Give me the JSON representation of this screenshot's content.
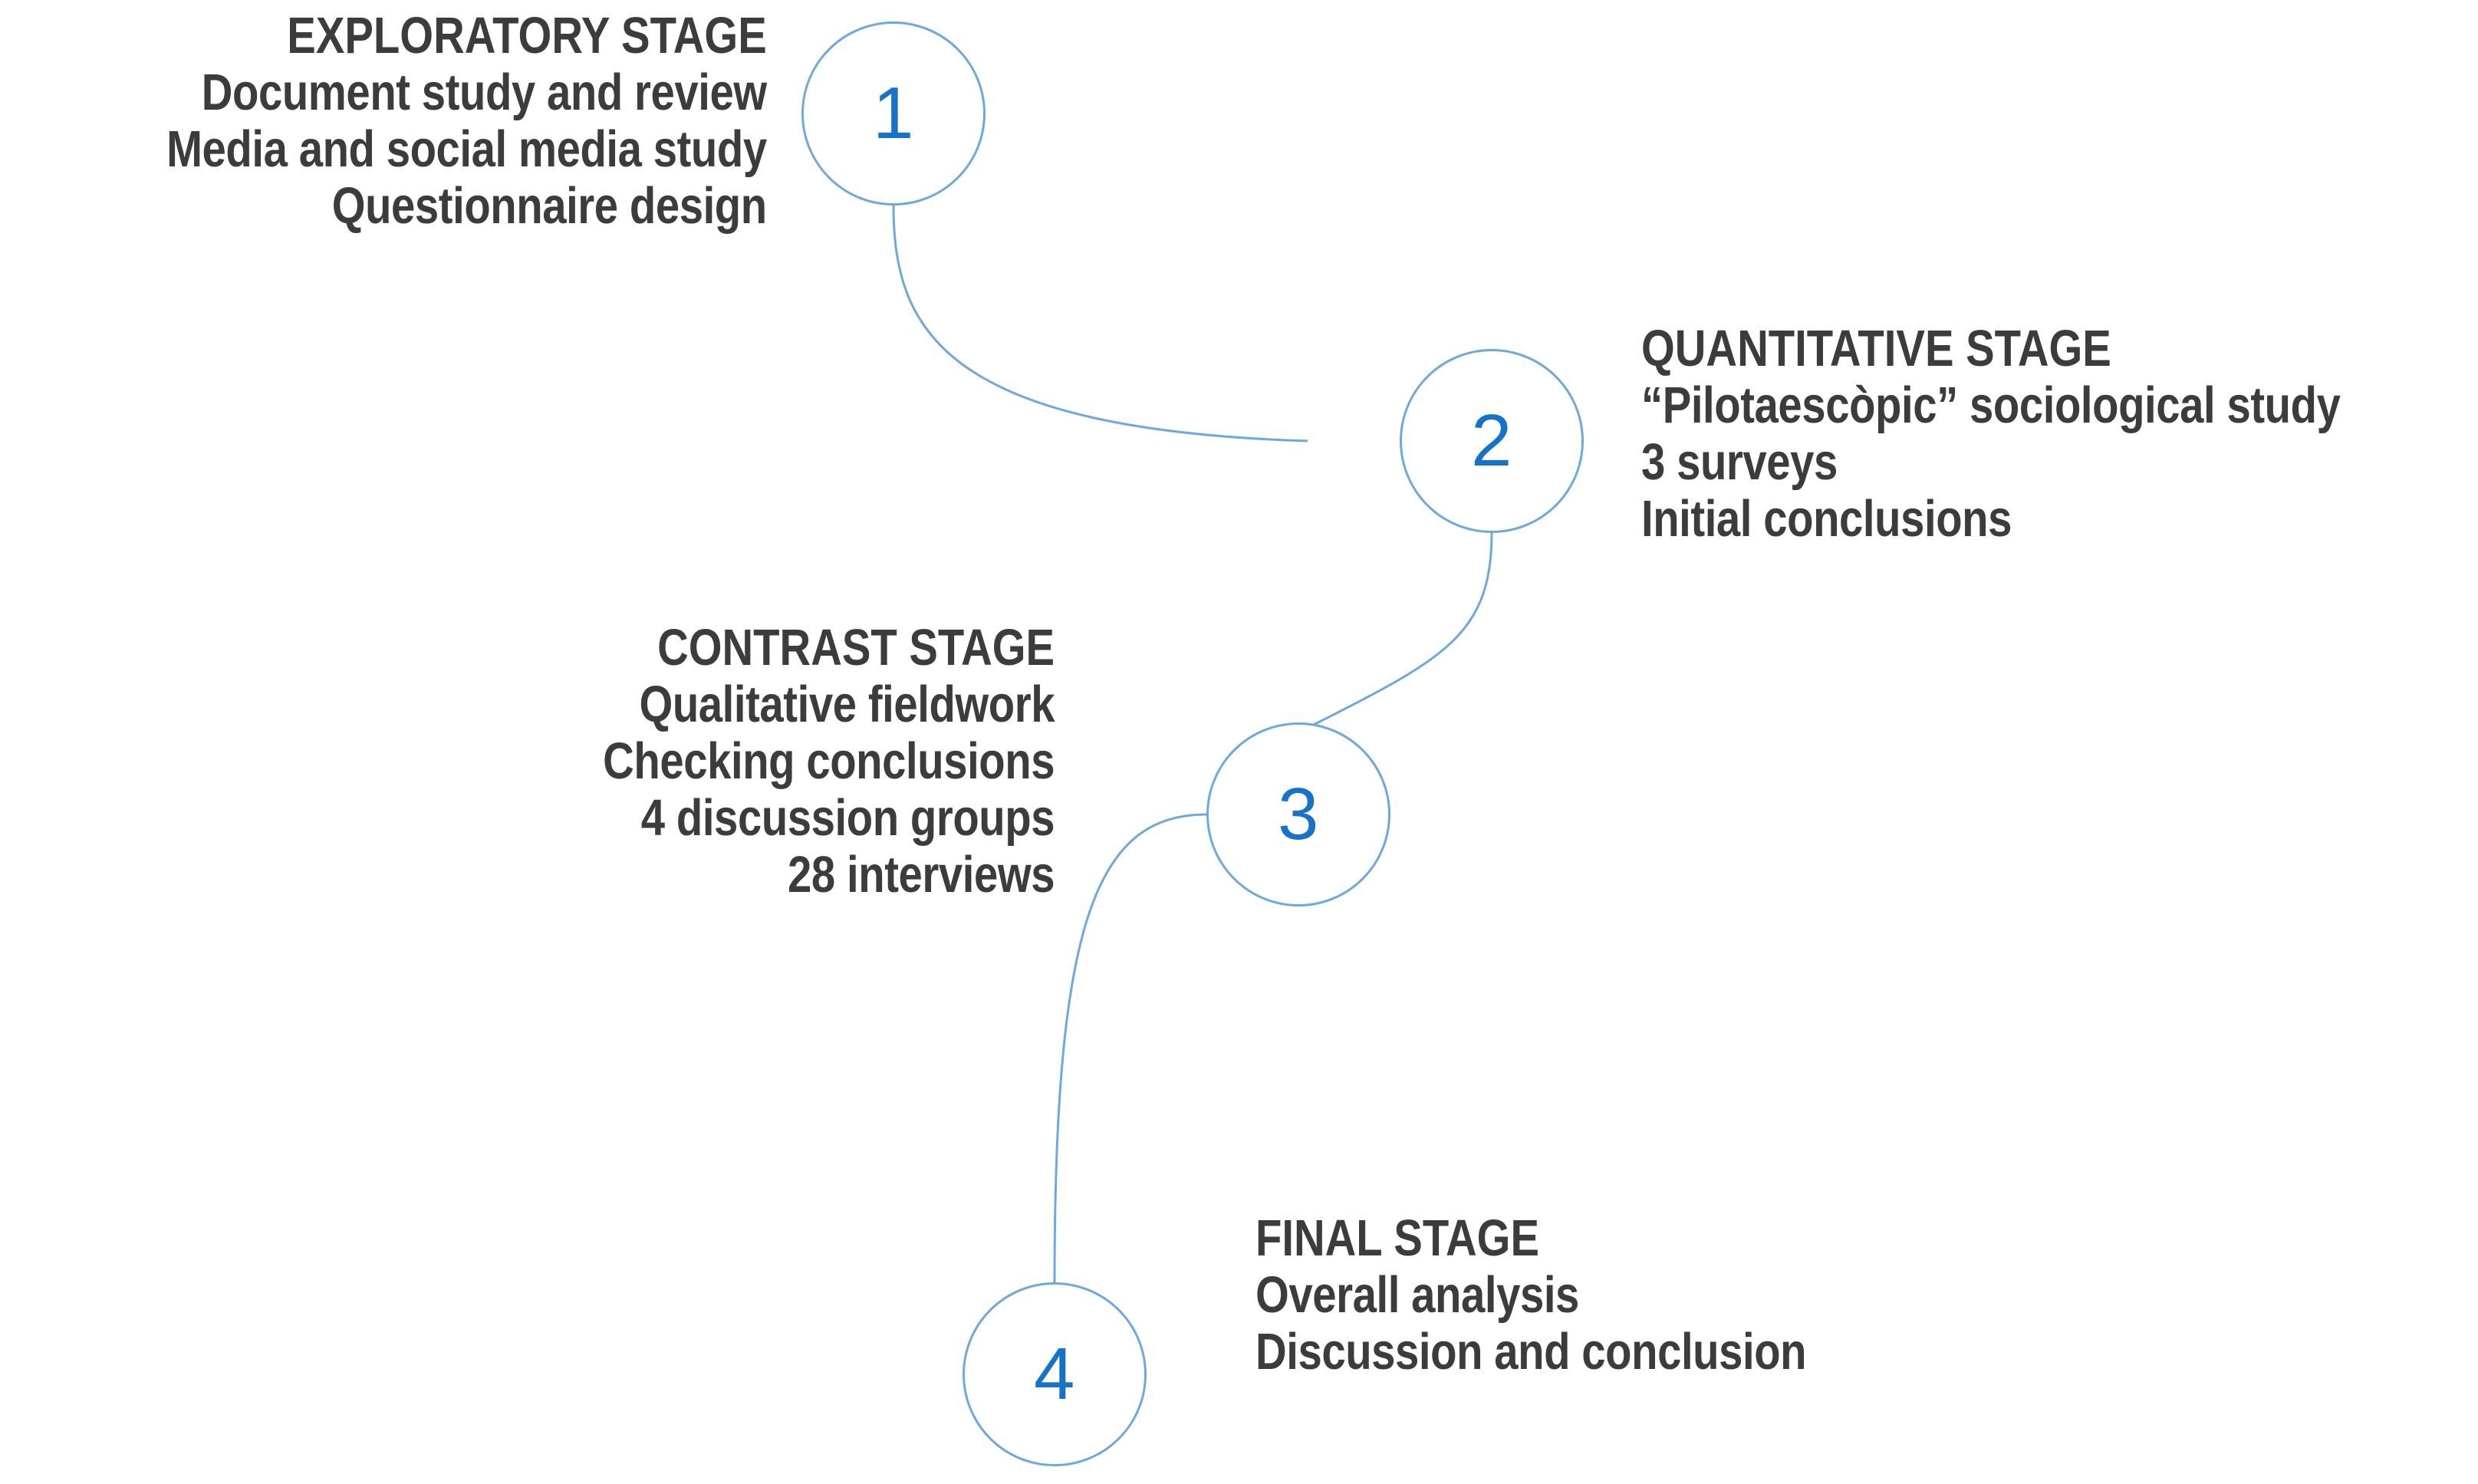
{
  "diagram": {
    "title": "Research methodology stages flow",
    "background_color": "#ffffff",
    "accent_color": "#6ea8dc",
    "number_color": "#1673c8",
    "text_color": "#3c3c3c"
  },
  "nodes": [
    {
      "id": "node-1",
      "number": "1"
    },
    {
      "id": "node-2",
      "number": "2"
    },
    {
      "id": "node-3",
      "number": "3"
    },
    {
      "id": "node-4",
      "number": "4"
    }
  ],
  "stages": [
    {
      "key": "exploratory",
      "heading": "EXPLORATORY STAGE",
      "align": "right",
      "lines": [
        "Document study and review",
        "Media and social media study",
        "Questionnaire design"
      ]
    },
    {
      "key": "quantitative",
      "heading": "QUANTITATIVE STAGE",
      "align": "left",
      "lines": [
        "“Pilotaescòpic” sociological study",
        "3 surveys",
        "Initial conclusions"
      ]
    },
    {
      "key": "contrast",
      "heading": "CONTRAST STAGE",
      "align": "right",
      "lines": [
        "Qualitative fieldwork",
        "Checking conclusions",
        "4 discussion groups",
        "28 interviews"
      ]
    },
    {
      "key": "final",
      "heading": "FINAL STAGE",
      "align": "left",
      "lines": [
        "Overall analysis",
        "Discussion and conclusion"
      ]
    }
  ],
  "connectors": [
    {
      "from": "node-1",
      "to": "node-2"
    },
    {
      "from": "node-2",
      "to": "node-3"
    },
    {
      "from": "node-3",
      "to": "node-4"
    }
  ]
}
